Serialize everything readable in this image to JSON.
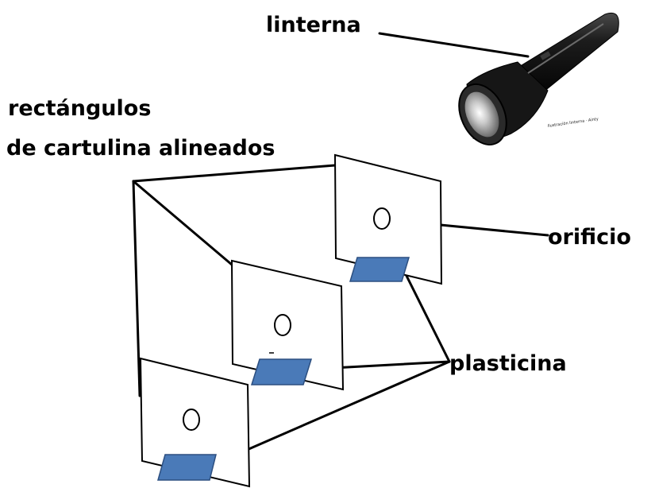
{
  "labels": {
    "flashlight": "linterna",
    "cards_line1": "rectángulos",
    "cards_line2": "de cartulina alineados",
    "hole": "orificio",
    "clay": "plasticina"
  },
  "flashlight_small_print": "Ilustración linterna · Ainty",
  "colors": {
    "line": "#000000",
    "card_fill": "#ffffff",
    "clay_fill": "#4a7ab8",
    "clay_stroke": "#2c4f80",
    "flashlight_body": "#161616"
  }
}
